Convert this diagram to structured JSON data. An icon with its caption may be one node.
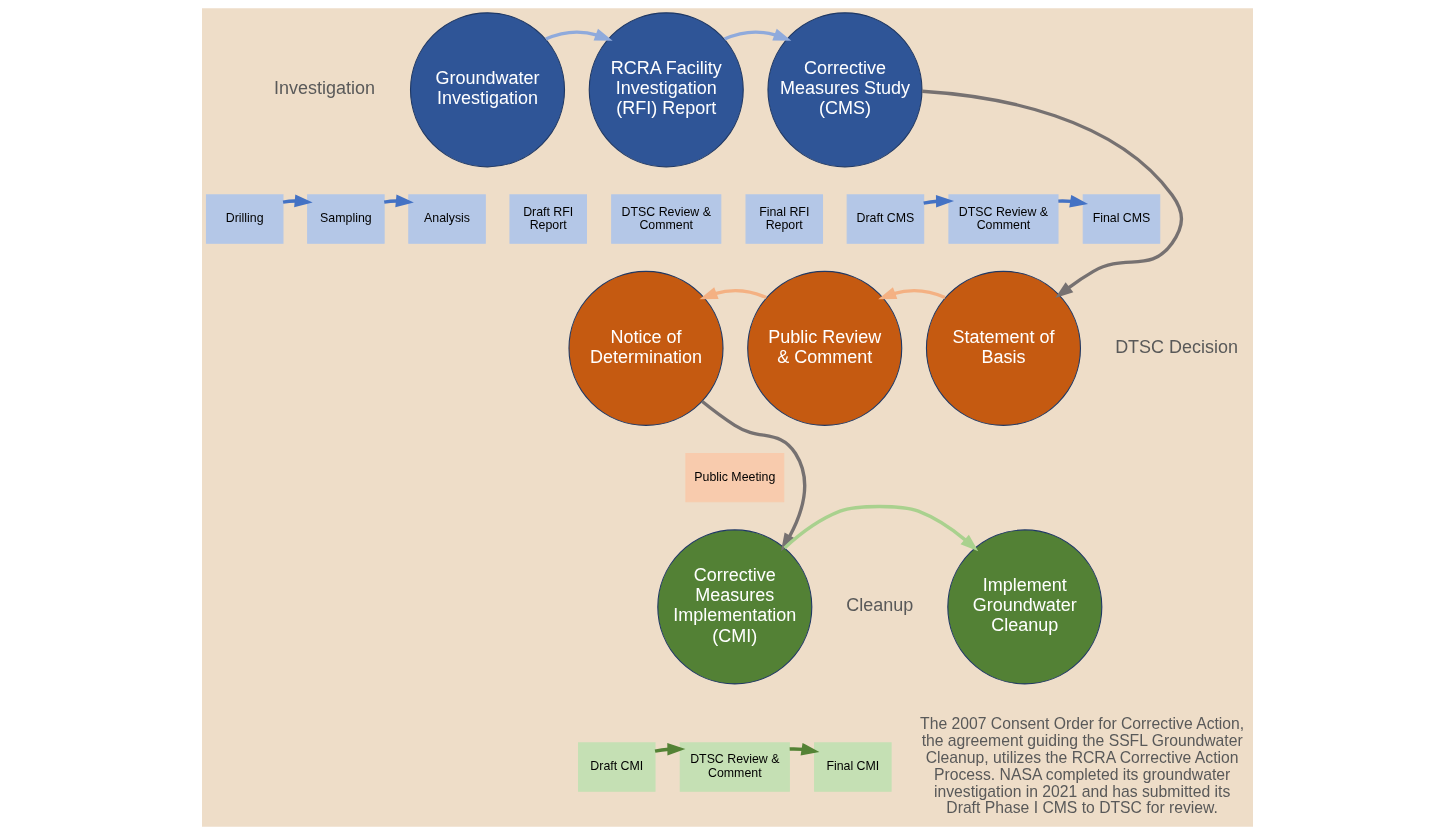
{
  "diagram": {
    "nodes": [
      {
        "text": [
          "Groundwater Investigation"
        ]
      },
      {
        "text": [
          "Drilling"
        ]
      },
      {
        "text": [
          "Sampling"
        ]
      },
      {
        "text": [
          "Analysis"
        ]
      },
      {
        "text": [
          "RCRA Facility Investigation (RFI) Report"
        ]
      },
      {
        "text": [
          "Draft RFI Report"
        ]
      },
      {
        "text": [
          "DTSC Review & Comment"
        ]
      },
      {
        "text": [
          "Final RFI Report"
        ]
      },
      {
        "text": [
          "Corrective Measures Study (CMS)"
        ]
      },
      {
        "text": [
          "Draft CMS"
        ]
      },
      {
        "text": [
          "DTSC Review & Comment"
        ]
      },
      {
        "text": [
          "Final CMS"
        ]
      },
      {
        "text": [
          "Statement of Basis"
        ]
      },
      {
        "text": [
          "Public Review & Comment"
        ]
      },
      {
        "text": [
          "Public Meeting"
        ]
      },
      {
        "text": [
          "Notice of Determination"
        ]
      },
      {
        "text": [
          "Corrective Measures Implementation (CMI)"
        ]
      },
      {
        "text": [
          "Draft CMI"
        ]
      },
      {
        "text": [
          "DTSC Review & Comment"
        ]
      },
      {
        "text": [
          "Final CMI"
        ]
      },
      {
        "text": [
          "Implement Groundwater Cleanup"
        ]
      }
    ],
    "edges": [
      {
        "from": 0,
        "to": 4,
        "arrow": "to",
        "color": "#8faadc"
      },
      {
        "from": 4,
        "to": 8,
        "arrow": "to",
        "color": "#8faadc"
      },
      {
        "from": 8,
        "to": 12,
        "arrow": "to",
        "color": "#767171"
      },
      {
        "from": 12,
        "to": 13,
        "arrow": "to",
        "color": "#f4b183"
      },
      {
        "from": 13,
        "to": 15,
        "arrow": "to",
        "color": "#f4b183"
      },
      {
        "from": 15,
        "to": 16,
        "arrow": "to",
        "color": "#767171"
      },
      {
        "from": 16,
        "to": 20,
        "arrow": "to",
        "color": "#a9d18e"
      },
      {
        "from": 1,
        "to": 2,
        "arrow": "to",
        "color": "#4472c4"
      },
      {
        "from": 2,
        "to": 3,
        "arrow": "to",
        "color": "#4472c4"
      },
      {
        "from": 9,
        "to": 10,
        "arrow": "to",
        "color": "#4472c4"
      },
      {
        "from": 10,
        "to": 11,
        "arrow": "to",
        "color": "#4472c4"
      },
      {
        "from": 17,
        "to": 18,
        "arrow": "to",
        "color": "#548235"
      },
      {
        "from": 18,
        "to": 19,
        "arrow": "to",
        "color": "#548235"
      }
    ],
    "labels": [
      "Investigation",
      "DTSC Decision",
      "Cleanup",
      "The 2007 Consent Order for Corrective Action, the agreement guiding the SSFL Groundwater Cleanup, utilizes the RCRA Corrective Action Process. NASA completed its groundwater investigation in 2021 and has submitted its Draft Phase I CMS to DTSC for review."
    ]
  }
}
